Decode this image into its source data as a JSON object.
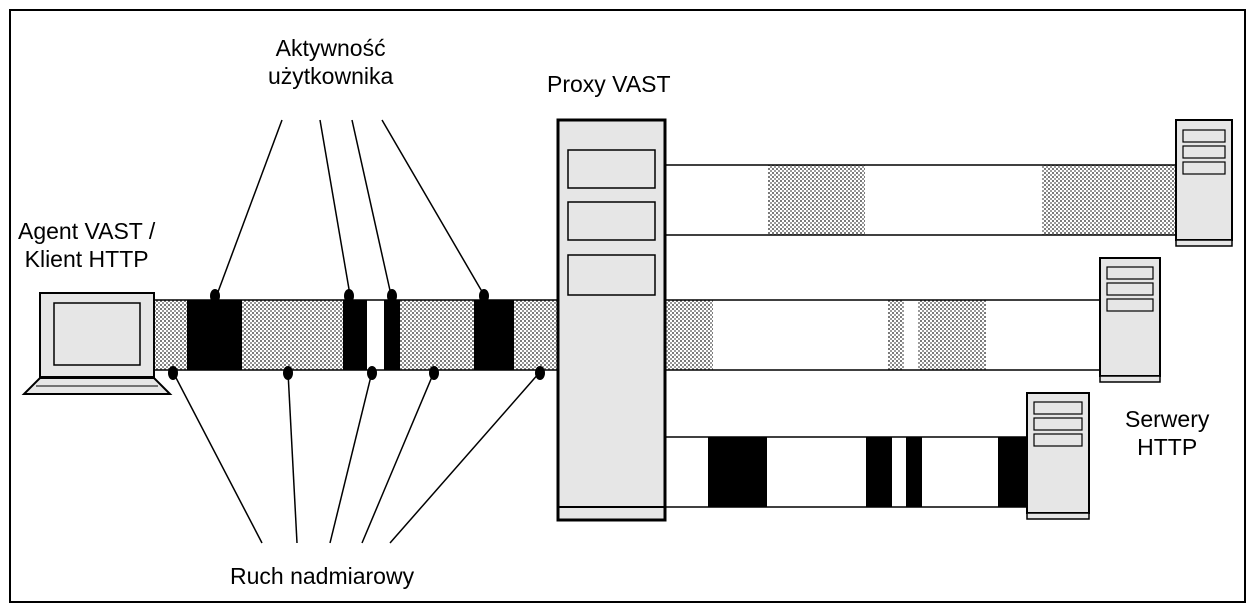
{
  "labels": {
    "client": [
      "Agent VAST /",
      "Klient HTTP"
    ],
    "activity": [
      "Aktywność",
      "użytkownika"
    ],
    "proxy": "Proxy VAST",
    "servers": [
      "Serwery",
      "HTTP"
    ],
    "overhead": "Ruch nadmiarowy"
  },
  "colors": {
    "line": "#000000",
    "device_fill": "#e6e6e6",
    "user_activity_block": "#000000",
    "overhead_traffic_pattern": "dotted grey"
  },
  "icons": {
    "client": "laptop-icon",
    "proxy": "proxy-server-tower-icon",
    "server": "server-tower-icon"
  }
}
